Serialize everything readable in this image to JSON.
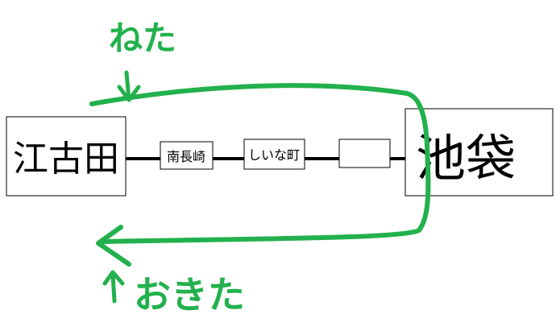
{
  "stations": [
    {
      "name": "江古田"
    },
    {
      "name": "南長崎"
    },
    {
      "name": "しいな町"
    },
    {
      "name": ""
    },
    {
      "name": "池袋"
    }
  ],
  "annotations": {
    "top": "ねた",
    "bottom": "おきた"
  },
  "colors": {
    "line": "#000000",
    "path": "#22b14c",
    "box_border": "#000000",
    "annotation": "#22b14c"
  }
}
